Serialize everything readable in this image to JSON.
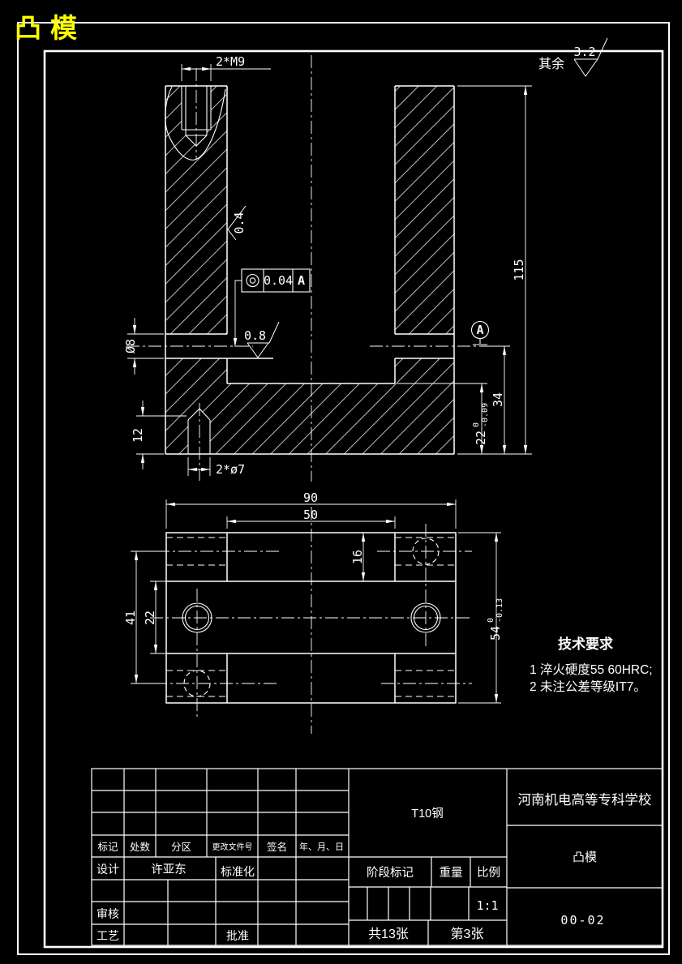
{
  "drawing_title": "凸模",
  "general_note": {
    "prefix_label": "其余",
    "roughness_value": "3.2"
  },
  "section_view": {
    "dim_thread": "2*M9",
    "dim_side_hole": "Ø8",
    "dim_pin_depth": "12",
    "dim_pin_holes": "2*ø7",
    "dim_total_height": "115",
    "dim_step_height": "34",
    "dim_base": {
      "value": "22",
      "tol_upper": "0",
      "tol_lower": "-0.09"
    },
    "roughness_wall": "0.4",
    "roughness_floor": "0.8",
    "geo_tolerance": {
      "symbol_icon": "concentricity-icon",
      "value": "0.04",
      "datum": "A"
    },
    "datum_label": "A"
  },
  "plan_view": {
    "dim_width": "90",
    "dim_tongue_width": "50",
    "dim_tongue_height": "16",
    "dim_hole_span": "41",
    "dim_mid_height": "22",
    "dim_depth": {
      "value": "54",
      "tol_upper": "0",
      "tol_lower": "-0.13"
    }
  },
  "tech_requirements": {
    "heading": "技术要求",
    "item1": "1 淬火硬度55 60HRC;",
    "item2": "2 未注公差等级IT7。"
  },
  "title_block": {
    "col_mark": "标记",
    "col_count": "处数",
    "col_zone": "分区",
    "col_change_file": "更改文件号",
    "col_sign": "签名",
    "col_date": "年、月、日",
    "design_label": "设计",
    "designer_name": "许亚东",
    "standardization_label": "标准化",
    "review_label": "审核",
    "process_label": "工艺",
    "approve_label": "批准",
    "material": "T10钢",
    "school": "河南机电高等专科学校",
    "part_name": "凸模",
    "stage_mark_label": "阶段标记",
    "weight_label": "重量",
    "scale_label": "比例",
    "scale_value": "1:1",
    "drawing_number": "00-02",
    "total_sheets": "共13张",
    "sheet_number": "第3张"
  },
  "colors": {
    "background": "#000000",
    "line": "#ffffff",
    "title": "#ffff00"
  }
}
